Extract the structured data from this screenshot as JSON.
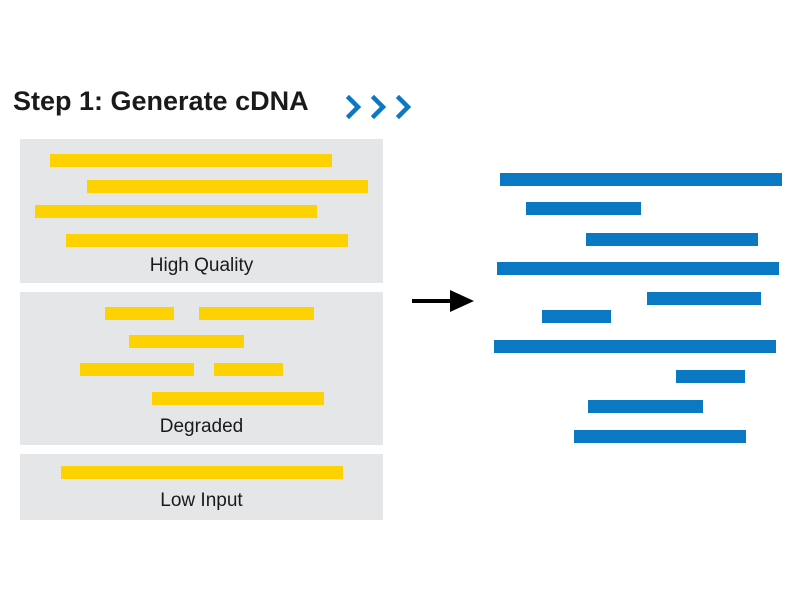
{
  "title": "Step 1: Generate cDNA",
  "icons": {
    "chevrons": "triple-chevron-right-icon",
    "arrow": "arrow-right-icon"
  },
  "colors": {
    "input_fragment": "#fed100",
    "cdna_fragment": "#0a78c2",
    "panel_background": "#e5e6e8"
  },
  "panels": [
    {
      "label": "High Quality"
    },
    {
      "label": "Degraded"
    },
    {
      "label": "Low Input"
    }
  ]
}
